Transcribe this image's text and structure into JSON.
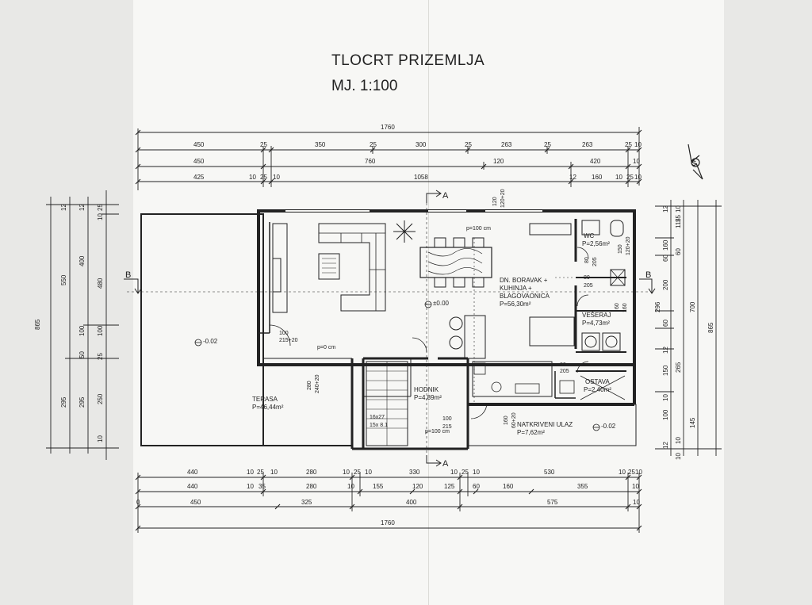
{
  "drawing": {
    "title": "TLOCRT PRIZEMLJA",
    "scale": "MJ. 1:100"
  },
  "top_dims": {
    "row1": [
      "1760"
    ],
    "row2": [
      "450",
      "25",
      "350",
      "25",
      "300",
      "25",
      "263",
      "25",
      "263",
      "25",
      "10"
    ],
    "row3": [
      "450",
      "760",
      "120",
      "420",
      "10"
    ],
    "row4": [
      "425",
      "10",
      "25",
      "10",
      "1058",
      "12",
      "160",
      "10",
      "25",
      "10"
    ]
  },
  "bottom_dims": {
    "row1": [
      "440",
      "10",
      "25",
      "10",
      "280",
      "10",
      "25",
      "10",
      "330",
      "10",
      "25",
      "10",
      "530",
      "10",
      "25",
      "10"
    ],
    "row2": [
      "440",
      "10",
      "35",
      "280",
      "10",
      "155",
      "120",
      "125",
      "60",
      "160",
      "355",
      "10"
    ],
    "row3": [
      "0",
      "450",
      "325",
      "400",
      "575",
      "10"
    ],
    "row4": [
      "1760"
    ]
  },
  "left_dims": [
    "865",
    "550",
    "295",
    "12",
    "400",
    "100",
    "50",
    "295",
    "12",
    "480",
    "100",
    "25",
    "250",
    "10",
    "25",
    "10"
  ],
  "right_dims": [
    "12",
    "160",
    "60",
    "200",
    "60",
    "12",
    "150",
    "10",
    "100",
    "12",
    "10",
    "115",
    "60",
    "265",
    "145",
    "700",
    "865",
    "296",
    "10",
    "25",
    "10"
  ],
  "rooms": [
    {
      "name": "DN. BORAVAK +",
      "line2": "KUHINJA +",
      "line3": "BLAGOVAONICA",
      "area": "P=56,30m²"
    },
    {
      "name": "TERASA",
      "area": "P=46,44m²"
    },
    {
      "name": "HODNIK",
      "area": "P=4,89m²"
    },
    {
      "name": "NATKRIVENI ULAZ",
      "area": "P=7,62m²"
    },
    {
      "name": "WC",
      "area": "P=2,56m²"
    },
    {
      "name": "VEŠERAJ",
      "area": "P=4,73m²"
    },
    {
      "name": "OSTAVA",
      "area": "P=2,40m²"
    }
  ],
  "levels": {
    "terrace": "-0.02",
    "living": "±0.00",
    "entry": "-0.02"
  },
  "annotations": {
    "p100": "p=100 cm",
    "p0": "p=0 cm",
    "p100b": "p=100 cm",
    "w1": "100",
    "w1b": "215+20",
    "w2": "280",
    "w2b": "240+20",
    "w3": "100",
    "w3b": "215",
    "w4": "160",
    "w4b": "60+20",
    "w5": "80",
    "w5b": "205",
    "w6": "80",
    "w6b": "205",
    "w7": "80",
    "w7b": "205",
    "w8": "60",
    "w8b": "160",
    "w9": "120",
    "w9b": "120+20",
    "w10": "150",
    "w10b": "120+20",
    "stair": "16x27",
    "stair2": "15x 8.1"
  },
  "section_marks": {
    "a_top": "A",
    "a_bottom": "A",
    "b_left": "B",
    "b_right": "B"
  },
  "north": "S"
}
